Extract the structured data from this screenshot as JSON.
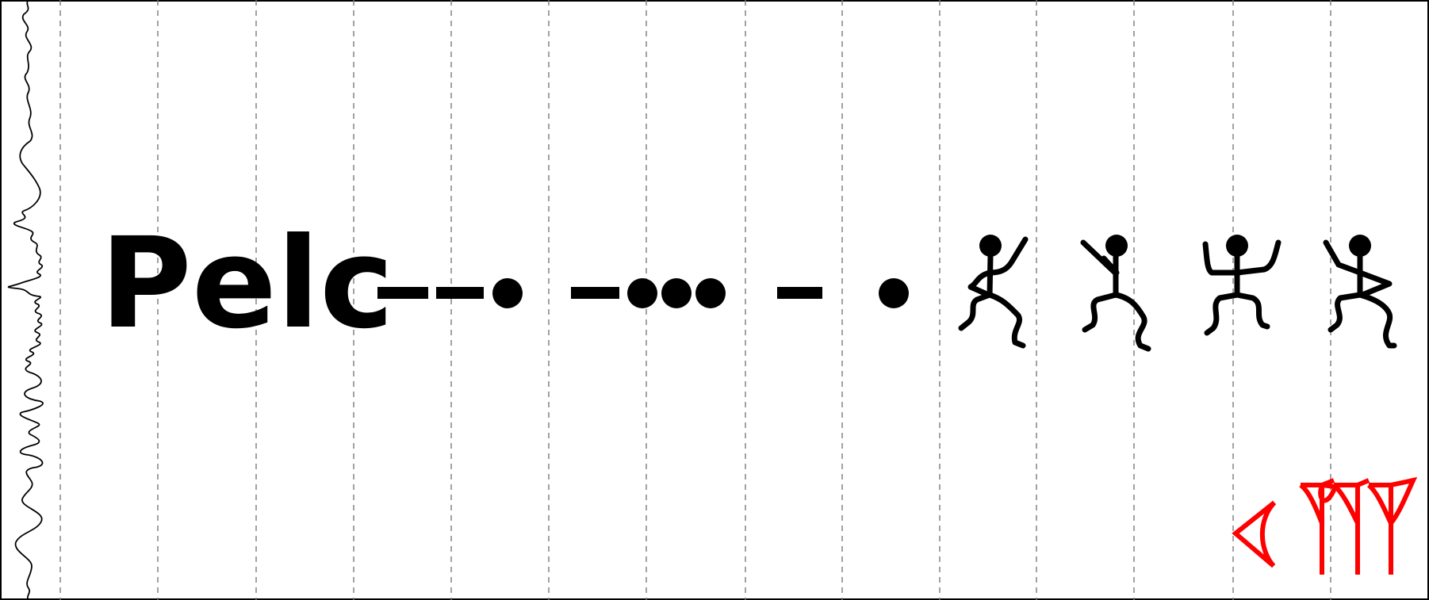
{
  "word": "Pelc",
  "colors": {
    "ink": "#000000",
    "cuneiform": "#ff0000",
    "grid": "#7a7a7a",
    "frame": "#000000"
  },
  "morse": [
    {
      "letter_index": 0,
      "code": "--."
    },
    {
      "letter_index": 1,
      "code": "-..."
    },
    {
      "letter_index": 2,
      "code": "-"
    },
    {
      "letter_index": 3,
      "code": "."
    }
  ],
  "dancing_men_count": 4,
  "cuneiform_signs": [
    "winkelhaken",
    "vertical-wedge",
    "vertical-wedge",
    "vertical-wedge"
  ]
}
